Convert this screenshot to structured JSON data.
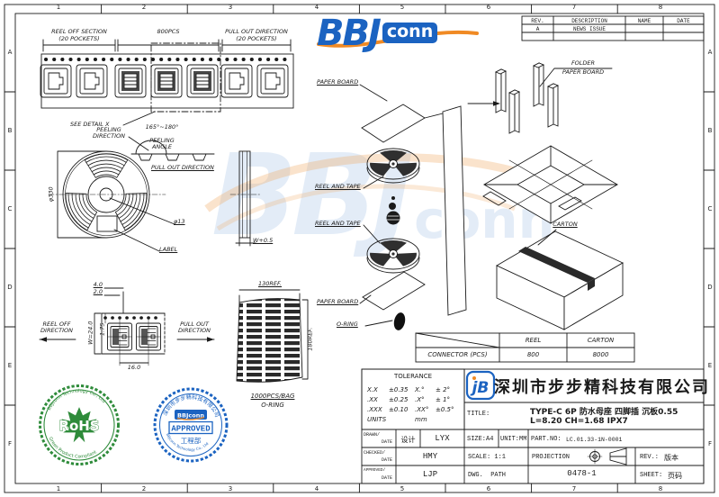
{
  "colors": {
    "line": "#1a1a1a",
    "blue": "#1b63c1",
    "orange": "#f08a24",
    "green": "#2e8b3a"
  },
  "border": {
    "cols": [
      "1",
      "2",
      "3",
      "4",
      "5",
      "6",
      "7",
      "8"
    ],
    "rows": [
      "A",
      "B",
      "C",
      "D",
      "E",
      "F"
    ]
  },
  "logo": {
    "bbj": "BBJ",
    "conn": "conn"
  },
  "watermark": {
    "bbj": "BBJ",
    "conn": "conn"
  },
  "tape_top": {
    "reel_off": "REEL OFF SECTION",
    "reel_off_sub": "(20 POCKETS)",
    "pcs": "800PCS",
    "pull_out": "PULL OUT DIRECTION",
    "pull_out_sub": "(20 POCKETS)",
    "see_detail": "SEE DETAIL X"
  },
  "peeling": {
    "dir1": "PEELING",
    "dir2": "DIRECTION",
    "range": "165°~180°",
    "ang1": "PEELING",
    "ang2": "ANGLE",
    "pull_out": "PULL OUT DIRECTION"
  },
  "reel": {
    "diameter": "φ330",
    "hole": "φ13",
    "label": "LABEL",
    "width": "W+0.5"
  },
  "section": {
    "d1": "4.0",
    "d2": "2.0",
    "w": "W=24.0",
    "pitch": "1.75",
    "span": "16.0",
    "off1": "REEL OFF",
    "off2": "DIRECTION",
    "out1": "PULL OUT",
    "out2": "DIRECTION"
  },
  "bundle": {
    "w": "130REF.",
    "h": "180REF."
  },
  "packing": {
    "paper_board": "PAPER BOARD",
    "reel_and_tape": "REEL AND TAPE",
    "o_ring": "O-RING",
    "folder1": "FOLDER",
    "folder2": "PAPER BOARD",
    "carton": "CARTON"
  },
  "qty_table": {
    "reel_h": "REEL",
    "carton_h": "CARTON",
    "row": "CONNECTOR (PCS)",
    "reel_v": "800",
    "carton_v": "8000"
  },
  "tolerance": {
    "title": "TOLERANCE",
    "rows": [
      [
        "X.X",
        "±0.35",
        "X.°",
        "± 2°"
      ],
      [
        ".XX",
        "±0.25",
        ".X°",
        "± 1°"
      ],
      [
        ".XXX",
        "±0.10",
        ".XX°",
        "±0.5°"
      ]
    ],
    "units_label": "UNITS",
    "units": "mm"
  },
  "bag_note": {
    "qty": "1000PCS/BAG",
    "item": "O-RING"
  },
  "rev_table": {
    "rev": "REV.",
    "desc": "DESCRIPTION",
    "name": "NAME",
    "date": "DATE",
    "row_rev": "A",
    "row_desc": "NEWS ISSUE"
  },
  "title_block": {
    "company": "深圳市步步精科技有限公司",
    "title_label": "TITLE:",
    "title1": "TYPE-C 6P 防水母座 四脚插 沉板0.55",
    "title2": "L=8.20 CH=1.68 IPX7",
    "drawn": "DRAWN/",
    "checked": "CHECKED/",
    "approved": "APPROVED/",
    "date": "DATE",
    "designer": "设计",
    "drawn_name": "LYX",
    "checked_name": "HMY",
    "approved_name": "LJP",
    "size": "SIZE:A4",
    "unit": "UNIT:MM",
    "part_label": "PART.NO:",
    "part_no": "LC.01.33-1N-0001",
    "scale": "SCALE: 1:1",
    "projection": "PROJECTION",
    "rev_label": "REV.:",
    "rev_value": "版本",
    "dwg_label": "DWG.  PATH",
    "dwg_no": "0478-1",
    "sheet_label": "SHEET:",
    "sheet_value": "页码"
  },
  "stamps": {
    "rohs_top": "BBJconn Technology Co., Ltd",
    "rohs": "RoHS",
    "rohs_bottom": "Green Product Compliant",
    "appr_top": "深圳市步步精科技有限公司",
    "appr_logo": "BBJconn",
    "appr": "APPROVED",
    "appr_dept": "工程部",
    "appr_bottom": "BBJconn Technology Co., Ltd"
  }
}
